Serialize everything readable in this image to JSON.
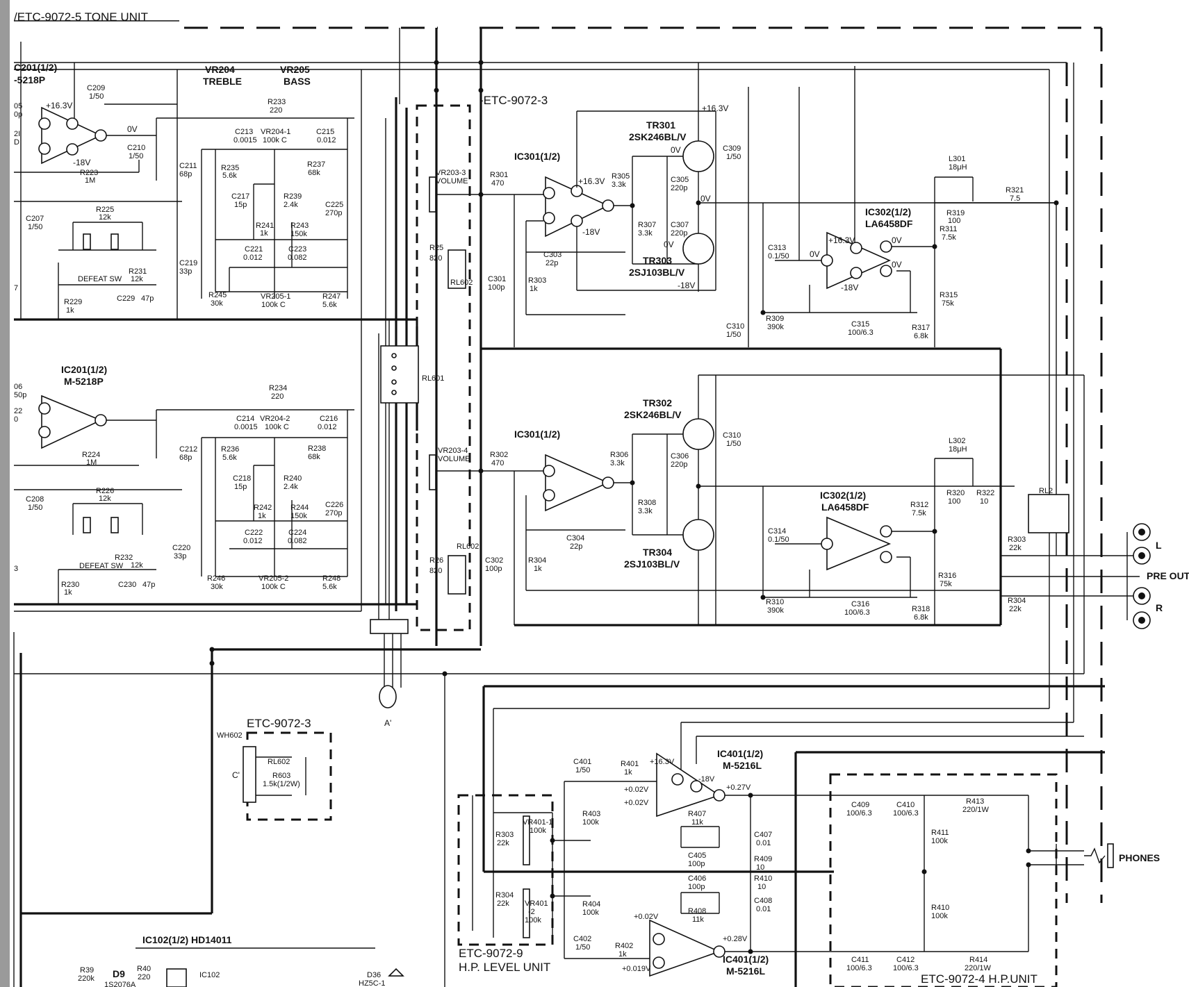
{
  "units": {
    "tone": "/ETC-9072-5 TONE UNIT",
    "etc3_top": "-ETC-9072-3",
    "etc3_box": "ETC-9072-3",
    "hp_level": [
      "ETC-9072-9",
      "H.P. LEVEL UNIT"
    ],
    "hp_unit": "ETC-9072-4 H.P.UNIT"
  },
  "connectors": {
    "pre_out": "PRE OUT",
    "L": "L",
    "R": "R",
    "phones": "PHONES",
    "A_prime": "A'",
    "C_prime": "C'"
  },
  "tone_upper": {
    "ic": [
      "C201(1/2)",
      "-5218P"
    ],
    "vr204": [
      "VR204",
      "TREBLE"
    ],
    "vr205": [
      "VR205",
      "BASS"
    ],
    "parts": [
      "05",
      "0p",
      "2I",
      "D",
      "+16.3V",
      "-18V",
      "0V",
      "C209",
      "1/50",
      "C210",
      "1/50",
      "R223",
      "1M",
      "C207",
      "1/50",
      "R225",
      "12k",
      "DEFEAT SW",
      "R231",
      "12k",
      "R229",
      "1k",
      "C229",
      "47p",
      "7",
      "R233",
      "220",
      "C213",
      "0.0015",
      "VR204-1",
      "100k C",
      "C215",
      "0.012",
      "C211",
      "68p",
      "R235",
      "5.6k",
      "R237",
      "68k",
      "C217",
      "15p",
      "R239",
      "2.4k",
      "R241",
      "1k",
      "R243",
      "150k",
      "C225",
      "270p",
      "C219",
      "33p",
      "C221",
      "0.012",
      "C223",
      "0.082",
      "R245",
      "30k",
      "VR205-1",
      "100k C",
      "R247",
      "5.6k"
    ]
  },
  "tone_lower": {
    "ic": [
      "IC201(1/2)",
      "M-5218P"
    ],
    "parts": [
      "06",
      "50p",
      "22",
      "0",
      "R224",
      "1M",
      "C208",
      "1/50",
      "R226",
      "12k",
      "DEFEAT SW",
      "R232",
      "12k",
      "R230",
      "1k",
      "C230",
      "47p",
      "3",
      "R234",
      "220",
      "C214",
      "0.0015",
      "VR204-2",
      "100k C",
      "C216",
      "0.012",
      "C212",
      "68p",
      "R236",
      "5.6k",
      "R238",
      "68k",
      "C218",
      "15p",
      "R240",
      "2.4k",
      "R242",
      "1k",
      "R244",
      "150k",
      "C226",
      "270p",
      "C220",
      "33p",
      "C222",
      "0.012",
      "C224",
      "0.082",
      "R246",
      "30k",
      "VR205-2",
      "100k C",
      "R248",
      "5.6k"
    ]
  },
  "volume": {
    "parts": [
      "VR203-3",
      "VOLUME",
      "R25",
      "820",
      "RL602",
      "RL601",
      "VR203-4",
      "VOLUME",
      "R26",
      "820",
      "RL602"
    ]
  },
  "pre_upper": {
    "parts": [
      "R301",
      "470",
      "IC301(1/2)",
      "+16.3V",
      "-18V",
      "C303",
      "22p",
      "C301",
      "100p",
      "R303",
      "1k",
      "R305",
      "3.3k",
      "C305",
      "220p",
      "R307",
      "3.3k",
      "C307",
      "220p",
      "0V",
      "0V",
      "TR301",
      "2SK246BL/V",
      "+16.3V",
      "C309",
      "1/50",
      "0V",
      "TR303",
      "2SJ103BL/V",
      "-18V",
      "C313",
      "0.1/50",
      "R309",
      "390k",
      "C310",
      "1/50",
      "IC302(1/2)",
      "LA6458DF",
      "+16.3V",
      "-18V",
      "0V",
      "0V",
      "0V",
      "L301",
      "18μH",
      "R319",
      "100",
      "R311",
      "7.5k",
      "R321",
      "7.5",
      "R315",
      "75k",
      "C315",
      "100/6.3",
      "R317",
      "6.8k"
    ]
  },
  "pre_lower": {
    "parts": [
      "R302",
      "470",
      "IC301(1/2)",
      "C304",
      "22p",
      "C302",
      "100p",
      "R304",
      "1k",
      "R306",
      "3.3k",
      "C306",
      "220p",
      "R308",
      "3.3k",
      "TR302",
      "2SK246BL/V",
      "C310",
      "1/50",
      "TR304",
      "2SJ103BL/V",
      "C314",
      "0.1/50",
      "R310",
      "390k",
      "IC302(1/2)",
      "LA6458DF",
      "L302",
      "18μH",
      "R320",
      "100",
      "R322",
      "10",
      "R312",
      "7.5k",
      "R316",
      "75k",
      "C316",
      "100/6.3",
      "R318",
      "6.8k",
      "RL2",
      "R303",
      "22k",
      "R304",
      "22k"
    ]
  },
  "relay_box": {
    "parts": [
      "WH602",
      "RL602",
      "R603",
      "1.5k(1/2W)"
    ]
  },
  "bottom_left": {
    "parts": [
      "IC102(1/2) HD14011",
      "R39",
      "220k",
      "D9",
      "1S2076A",
      "R40",
      "220",
      "IC102",
      "D36",
      "HZ5C-1"
    ]
  },
  "hp_level_unit": {
    "parts": [
      "R303",
      "22k",
      "VR401-1",
      "100k",
      "R304",
      "22k",
      "VR401",
      "-2",
      "100k",
      "C401",
      "1/50",
      "R401",
      "1k",
      "R403",
      "100k",
      "C402",
      "1/50",
      "R402",
      "1k",
      "R404",
      "100k",
      "+16.3V",
      "-18V",
      "+0.02V",
      "+0.02V",
      "+0.27V",
      "+0.02V",
      "+0.019V",
      "+0.28V",
      "IC401(1/2)",
      "M-5216L",
      "IC401(1/2)",
      "M-5216L",
      "R407",
      "11k",
      "C405",
      "100p",
      "C407",
      "0.01",
      "R409",
      "10",
      "C406",
      "100p",
      "R408",
      "11k",
      "R410",
      "10",
      "C408",
      "0.01"
    ]
  },
  "hp_out": {
    "parts": [
      "C409",
      "100/6.3",
      "C410",
      "100/6.3",
      "R413",
      "220/1W",
      "R411",
      "100k",
      "R410",
      "100k",
      "C411",
      "100/6.3",
      "C412",
      "100/6.3",
      "R414",
      "220/1W"
    ]
  }
}
